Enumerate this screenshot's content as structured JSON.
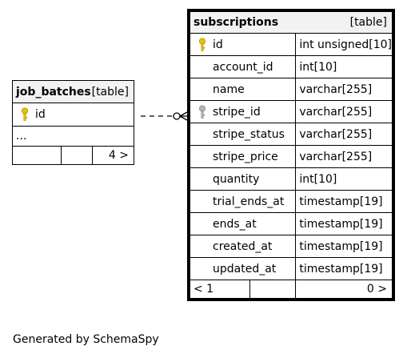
{
  "job_batches": {
    "name": "job_batches",
    "tag": "[table]",
    "columns": [
      {
        "name": "id",
        "key": "primary"
      }
    ],
    "ellipsis": "...",
    "footer": {
      "children": "4 >"
    }
  },
  "subscriptions": {
    "name": "subscriptions",
    "tag": "[table]",
    "columns": [
      {
        "name": "id",
        "type": "int unsigned[10]",
        "key": "primary"
      },
      {
        "name": "account_id",
        "type": "int[10]"
      },
      {
        "name": "name",
        "type": "varchar[255]"
      },
      {
        "name": "stripe_id",
        "type": "varchar[255]",
        "key": "foreign"
      },
      {
        "name": "stripe_status",
        "type": "varchar[255]"
      },
      {
        "name": "stripe_price",
        "type": "varchar[255]"
      },
      {
        "name": "quantity",
        "type": "int[10]"
      },
      {
        "name": "trial_ends_at",
        "type": "timestamp[19]"
      },
      {
        "name": "ends_at",
        "type": "timestamp[19]"
      },
      {
        "name": "created_at",
        "type": "timestamp[19]"
      },
      {
        "name": "updated_at",
        "type": "timestamp[19]"
      }
    ],
    "footer": {
      "parents": "< 1",
      "children": "0 >"
    }
  },
  "generated_by": "Generated by SchemaSpy",
  "colors": {
    "primary_key": "#e6c200",
    "foreign_key": "#9a9a9a",
    "header_bg": "#f2f2f2",
    "line": "#000000"
  },
  "icons": {
    "primary_key": "key-icon",
    "foreign_key": "foreign-key-icon"
  }
}
